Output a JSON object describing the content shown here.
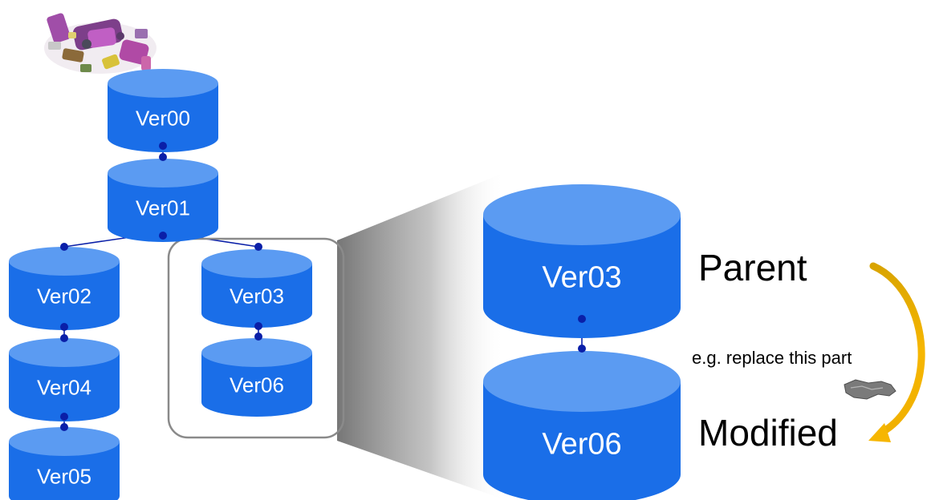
{
  "nodes": {
    "ver00": "Ver00",
    "ver01": "Ver01",
    "ver02": "Ver02",
    "ver03": "Ver03",
    "ver04": "Ver04",
    "ver05": "Ver05",
    "ver06": "Ver06"
  },
  "zoom": {
    "top": "Ver03",
    "bottom": "Ver06"
  },
  "annotations": {
    "parent": "Parent",
    "modified": "Modified",
    "note": "e.g. replace this part"
  },
  "colors": {
    "cylinder_body": "#1a6ee8",
    "cylinder_top": "#5b9bf2",
    "connector": "#0a1fa8",
    "arrow": "#f0a500",
    "frame": "#8a8a8a"
  },
  "icons": {
    "car": "car-assembly-exploded-icon",
    "part": "car-part-icon"
  }
}
